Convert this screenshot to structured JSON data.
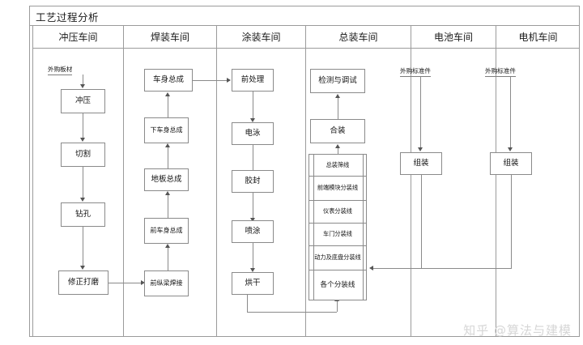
{
  "diagram": {
    "title": "工艺过程分析",
    "watermark": "知乎 @算法与建模",
    "lanes": [
      {
        "id": "stamping",
        "header": "冲压车间",
        "supply_label": "外购板材",
        "steps": [
          "冲压",
          "切割",
          "钻孔",
          "修正打磨"
        ]
      },
      {
        "id": "welding",
        "header": "焊装车间",
        "steps": [
          "车身总成",
          "下车身总成",
          "地板总成",
          "前车身总成",
          "前纵梁焊接"
        ]
      },
      {
        "id": "painting",
        "header": "涂装车间",
        "steps": [
          "前处理",
          "电泳",
          "胶封",
          "喷涂",
          "烘干"
        ]
      },
      {
        "id": "final-assembly",
        "header": "总装车间",
        "steps": [
          "检测与调试",
          "合装"
        ],
        "sub_lines": [
          "总装筛线",
          "前端模块分装线",
          "仪表分装线",
          "车门分装线",
          "动力及底盘分装线",
          "各个分装线"
        ]
      },
      {
        "id": "battery",
        "header": "电池车间",
        "supply_label": "外购标准件",
        "steps": [
          "组装"
        ]
      },
      {
        "id": "motor",
        "header": "电机车间",
        "supply_label": "外购标准件",
        "steps": [
          "组装"
        ]
      }
    ]
  },
  "colors": {
    "border": "#8a8a8a",
    "frame": "#9b9b9b",
    "text": "#111111",
    "watermark": "#d6d6d6",
    "background": "#ffffff"
  }
}
